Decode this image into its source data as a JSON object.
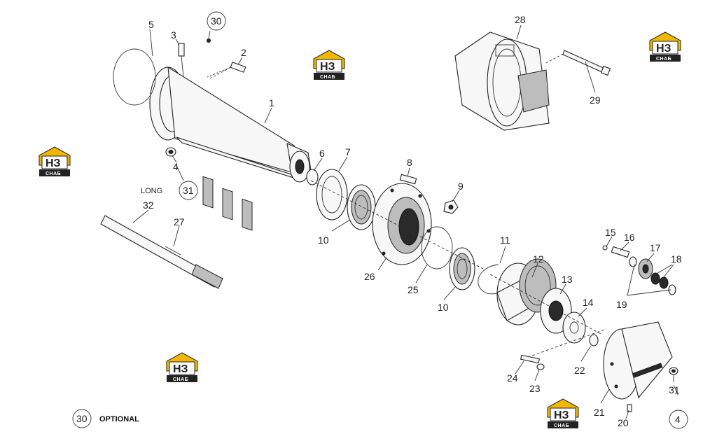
{
  "labels": {
    "l1": "1",
    "l2": "2",
    "l3": "3",
    "l4": "4",
    "l4b": "4",
    "l5": "5",
    "l6": "6",
    "l7": "7",
    "l8": "8",
    "l9": "9",
    "l10a": "10",
    "l10b": "10",
    "l11": "11",
    "l12": "12",
    "l13": "13",
    "l14": "14",
    "l15": "15",
    "l16": "16",
    "l17": "17",
    "l18": "18",
    "l19": "19",
    "l20": "20",
    "l21": "21",
    "l22": "22",
    "l23": "23",
    "l24": "24",
    "l25": "25",
    "l26": "26",
    "l27": "27",
    "l28": "28",
    "l29": "29",
    "l30": "30",
    "l30legend": "30",
    "l31": "31",
    "l31b": "31",
    "l32": "32"
  },
  "notes": {
    "long": "LONG",
    "optional": "OPTIONAL"
  },
  "watermark": {
    "main": "НЗ",
    "sub": "СНАБ",
    "color": "#f2b705"
  }
}
